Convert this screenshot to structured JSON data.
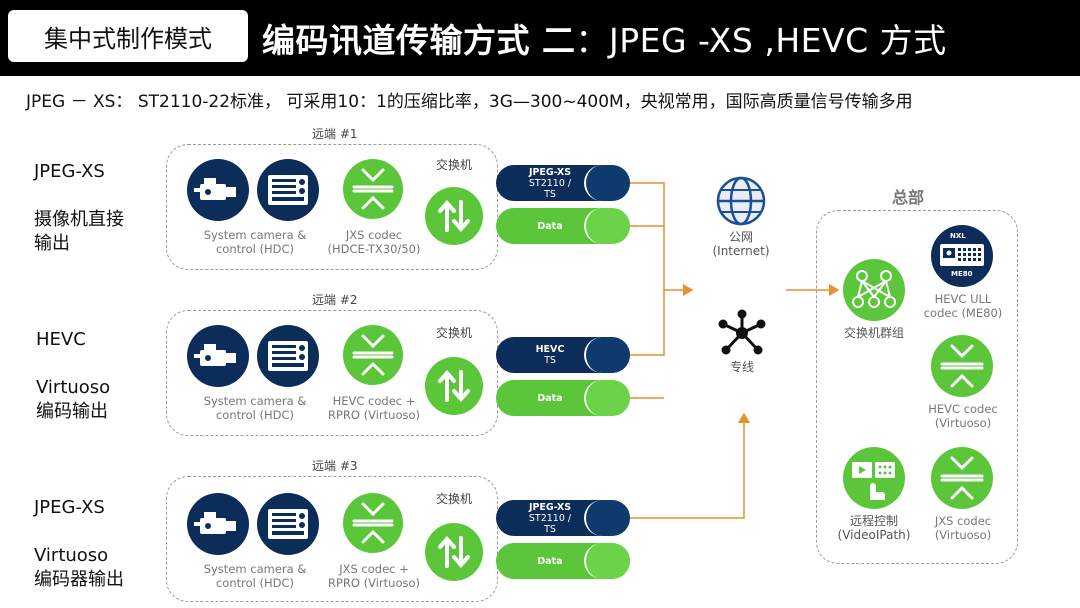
{
  "header": {
    "mode": "集中式制作模式",
    "title": "编码讯道传输方式 二",
    "title_suffix": "：JPEG -XS ,HEVC 方式"
  },
  "description": "JPEG － XS： ST2110-22标准， 可采用10：1的压缩比率，3G—300~400M，央视常用，国际高质量信号传输多用",
  "left_labels": [
    {
      "line1": "JPEG-XS",
      "line2": "摄像机直接",
      "line3": "输出"
    },
    {
      "line1": "HEVC",
      "line2": "Virtuoso",
      "line3": "编码输出"
    },
    {
      "line1": "JPEG-XS",
      "line2": "Virtuoso",
      "line3": "编码器输出"
    }
  ],
  "remotes": [
    {
      "title": "远端 #1",
      "switch_label": "交换机",
      "camera_caption": [
        "System camera &",
        "control (HDC)"
      ],
      "codec_caption": [
        "JXS codec",
        "(HDCE-TX30/50)"
      ],
      "pill_top": [
        "JPEG-XS",
        "ST2110 /",
        "TS"
      ],
      "pill_bottom": "Data"
    },
    {
      "title": "远端 #2",
      "switch_label": "交换机",
      "camera_caption": [
        "System camera &",
        "control (HDC)"
      ],
      "codec_caption": [
        "HEVC codec +",
        "RPRO (Virtuoso)"
      ],
      "pill_top": [
        "HEVC",
        "TS"
      ],
      "pill_bottom": "Data"
    },
    {
      "title": "远端 #3",
      "switch_label": "交换机",
      "camera_caption": [
        "System camera &",
        "control (HDC)"
      ],
      "codec_caption": [
        "JXS codec +",
        "RPRO (Virtuoso)"
      ],
      "pill_top": [
        "JPEG-XS",
        "ST2110 /",
        "TS"
      ],
      "pill_bottom": "Data"
    }
  ],
  "network": {
    "internet": [
      "公网",
      "(Internet)"
    ],
    "dedicated": "专线"
  },
  "hq": {
    "title": "总部",
    "switch_group": "交换机群组",
    "me80_caption": [
      "HEVC ULL",
      "codec (ME80)"
    ],
    "me80_badge_top": "NXL",
    "me80_badge_bottom": "ME80",
    "hevc_caption": [
      "HEVC codec",
      "(Virtuoso)"
    ],
    "remote_caption": [
      "远程控制",
      "(VideoIPath)"
    ],
    "jxs_caption": [
      "JXS codec",
      "(Virtuoso)"
    ]
  },
  "colors": {
    "navy": "#0c2c5a",
    "green": "#5cc63a",
    "orange": "#e8912e",
    "header_bg": "#000000"
  }
}
